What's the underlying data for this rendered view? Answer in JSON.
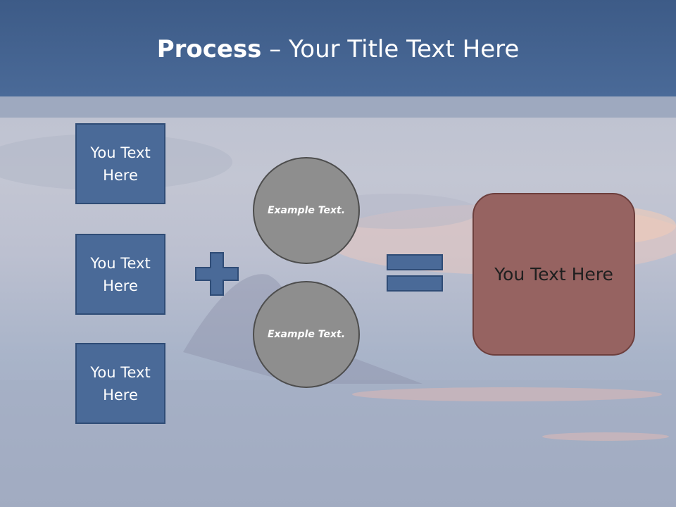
{
  "title": {
    "bold": "Process",
    "rest": " – Your Title Text Here"
  },
  "boxes": [
    "You Text Here",
    "You Text Here",
    "You Text Here"
  ],
  "circles": [
    "Example Text.",
    "Example Text."
  ],
  "result": "You Text Here",
  "colors": {
    "band": "#4a6a98",
    "box": "#4a6a98",
    "circle": "#8e8e8e",
    "result": "#966361"
  }
}
